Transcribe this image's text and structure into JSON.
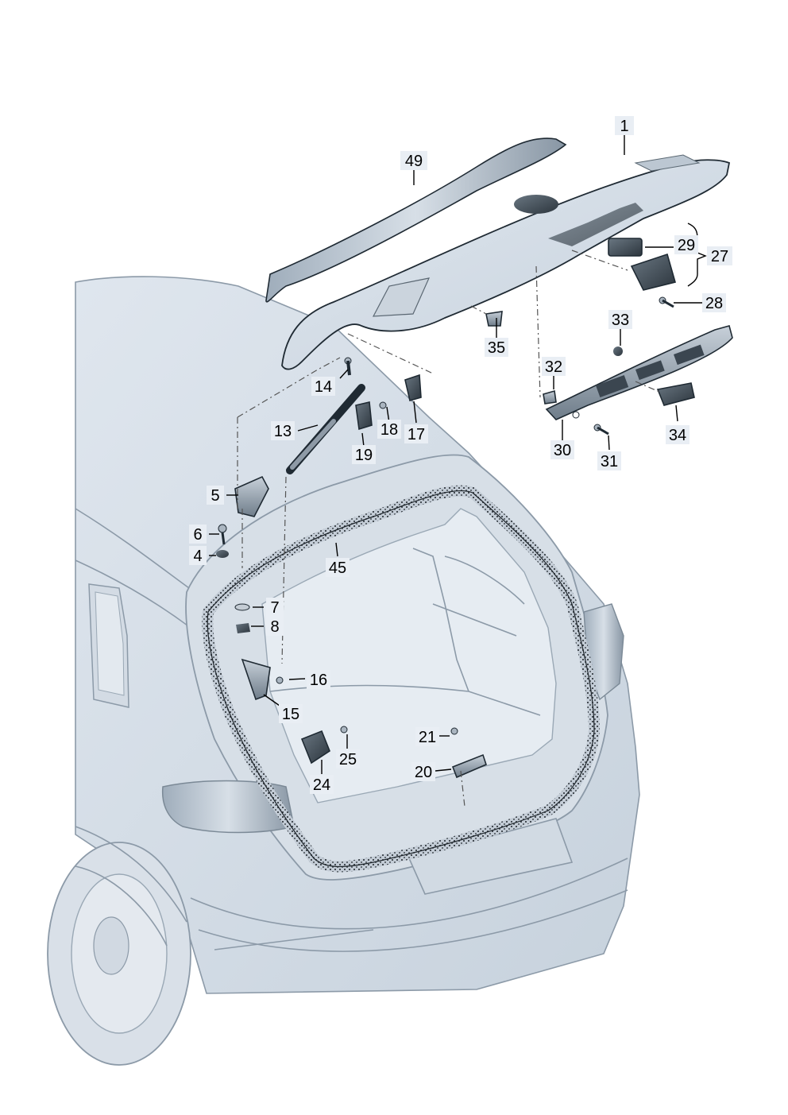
{
  "diagram": {
    "callouts": [
      {
        "id": "c1",
        "text": "1"
      },
      {
        "id": "c49",
        "text": "49"
      },
      {
        "id": "c29",
        "text": "29"
      },
      {
        "id": "c27",
        "text": "27"
      },
      {
        "id": "c28",
        "text": "28"
      },
      {
        "id": "c35",
        "text": "35"
      },
      {
        "id": "c33",
        "text": "33"
      },
      {
        "id": "c32",
        "text": "32"
      },
      {
        "id": "c14",
        "text": "14"
      },
      {
        "id": "c18",
        "text": "18"
      },
      {
        "id": "c17",
        "text": "17"
      },
      {
        "id": "c13",
        "text": "13"
      },
      {
        "id": "c19",
        "text": "19"
      },
      {
        "id": "c30",
        "text": "30"
      },
      {
        "id": "c31",
        "text": "31"
      },
      {
        "id": "c34",
        "text": "34"
      },
      {
        "id": "c5",
        "text": "5"
      },
      {
        "id": "c6",
        "text": "6"
      },
      {
        "id": "c4",
        "text": "4"
      },
      {
        "id": "c45",
        "text": "45"
      },
      {
        "id": "c7",
        "text": "7"
      },
      {
        "id": "c8",
        "text": "8"
      },
      {
        "id": "c16",
        "text": "16"
      },
      {
        "id": "c15",
        "text": "15"
      },
      {
        "id": "c21",
        "text": "21"
      },
      {
        "id": "c25",
        "text": "25"
      },
      {
        "id": "c24",
        "text": "24"
      },
      {
        "id": "c20",
        "text": "20"
      }
    ]
  }
}
